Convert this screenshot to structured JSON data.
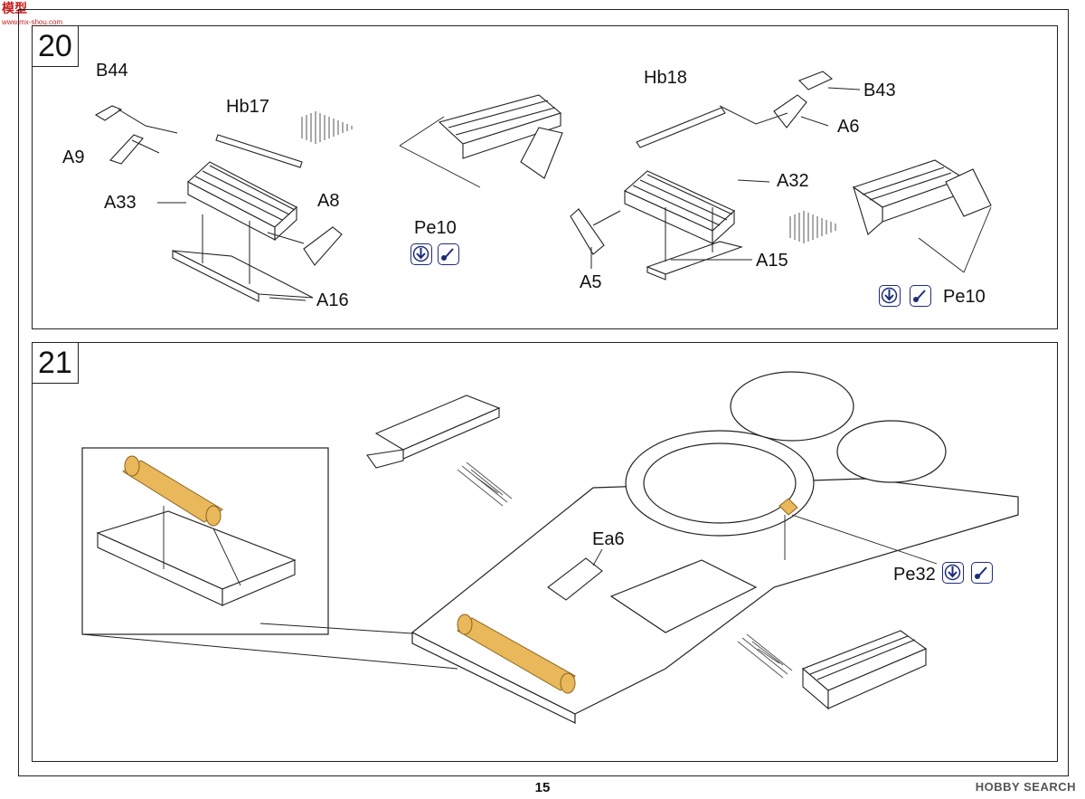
{
  "watermarks": {
    "top_left": "模型",
    "top_left_sub": "www.mx-shou.com",
    "bottom_right": "HOBBY SEARCH"
  },
  "page_number": "15",
  "step20": {
    "number": "20",
    "labels": {
      "B44": "B44",
      "Hb17": "Hb17",
      "A9": "A9",
      "A33": "A33",
      "A8": "A8",
      "A16": "A16",
      "Pe10_left": "Pe10",
      "Hb18": "Hb18",
      "B43": "B43",
      "A6": "A6",
      "A32": "A32",
      "A5": "A5",
      "A15": "A15",
      "Pe10_right": "Pe10"
    }
  },
  "step21": {
    "number": "21",
    "labels": {
      "Ea6": "Ea6",
      "Pe32": "Pe32"
    }
  },
  "icons": [
    "fold-down-icon",
    "glue-brush-icon"
  ],
  "colors": {
    "etch": "#e8b85a",
    "icon": "#1d2b7a",
    "line": "#222222"
  }
}
